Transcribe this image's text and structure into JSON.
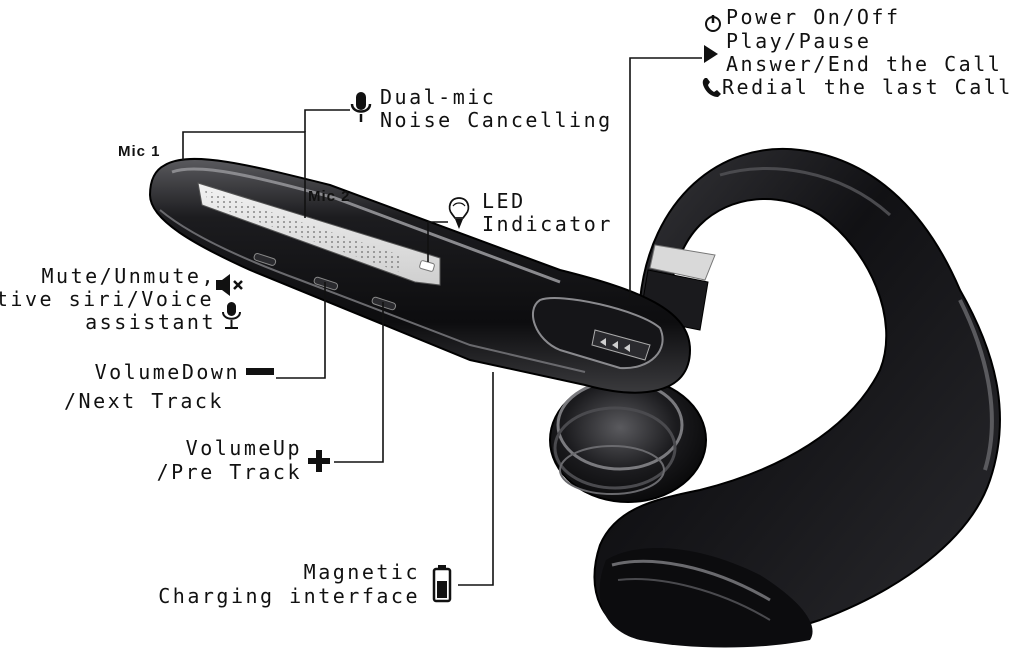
{
  "labels": {
    "power": "Power On/Off",
    "play": "Play/Pause",
    "answer": "Answer/End the Call",
    "redial": "Redial the last Call",
    "dualmic_1": "Dual-mic",
    "dualmic_2": "Noise Cancelling",
    "mic1": "Mic 1",
    "mic2": "Mic 2",
    "led_1": "LED",
    "led_2": "Indicator",
    "mute_1": "Mute/Unmute,",
    "mute_2": "Active siri/Voice",
    "mute_3": "assistant",
    "voldown_1": "VolumeDown",
    "voldown_2": "/Next Track",
    "volup_1": "VolumeUp",
    "volup_2": "/Pre Track",
    "charge_1": "Magnetic",
    "charge_2": "Charging interface"
  },
  "icons": [
    "power-icon",
    "play-icon",
    "phone-icon",
    "microphone-icon",
    "led-bulb-icon",
    "mute-speaker-icon",
    "voice-mic-icon",
    "minus-icon",
    "plus-icon",
    "battery-icon"
  ],
  "colors": {
    "ink": "#111111",
    "body": "#1a1a1c",
    "highlight": "#9a9a9a",
    "background": "#ffffff"
  }
}
